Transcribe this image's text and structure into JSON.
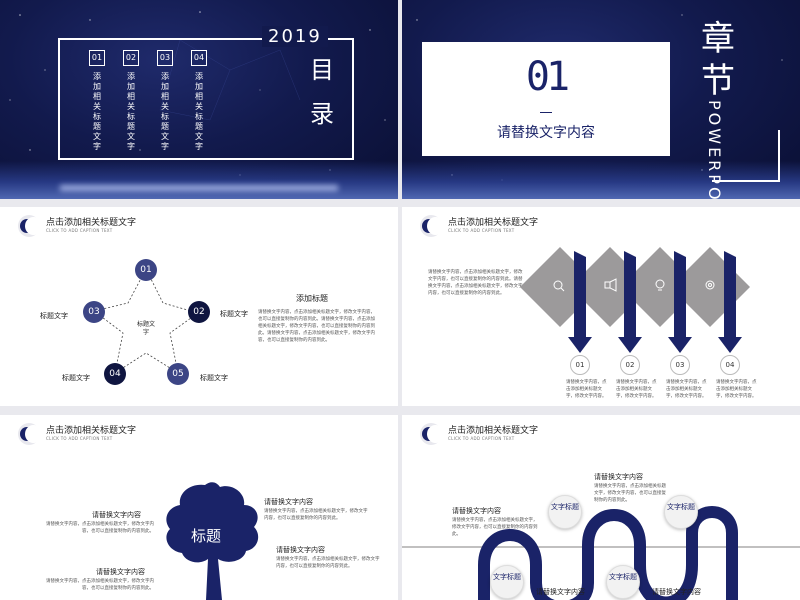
{
  "slide1": {
    "year": "2019",
    "title": "目录",
    "items": [
      {
        "num": "01",
        "text": "添加相关标题文字"
      },
      {
        "num": "02",
        "text": "添加相关标题文字"
      },
      {
        "num": "03",
        "text": "添加相关标题文字"
      },
      {
        "num": "04",
        "text": "添加相关标题文字"
      }
    ]
  },
  "slide2": {
    "number": "01",
    "subtitle": "请替换文字内容",
    "chapter": "章节",
    "powerpoint": "POWERPOINT"
  },
  "header": {
    "title": "点击添加相关标题文字",
    "subtitle": "CLICK TO ADD CAPTION TEXT"
  },
  "slide3": {
    "center": "标题文字",
    "nodes": [
      {
        "num": "01",
        "label": ""
      },
      {
        "num": "02",
        "label": "标题文字"
      },
      {
        "num": "03",
        "label": "标题文字"
      },
      {
        "num": "04",
        "label": "标题文字"
      },
      {
        "num": "05",
        "label": "标题文字"
      }
    ],
    "heading": "添加标题",
    "body": "请替换文字内容，点击添加相关标题文字，修改文字内容，也可以直接复制你的内容到此。请替换文字内容，点击添加相关标题文字，修改文字内容，也可以直接复制你的内容到此。请替换文字内容，点击添加相关标题文字，修改文字内容，也可以直接复制你的内容到此。"
  },
  "slide4": {
    "intro": "请替换文字内容，点击添加相关标题文字，修改文字内容，也可以直接复制你的内容到此。请替换文字内容，点击添加相关标题文字，修改文字内容，也可以直接复制你的内容到此。",
    "icons": [
      "search-icon",
      "megaphone-icon",
      "lightbulb-icon",
      "gear-icon"
    ],
    "steps": [
      {
        "num": "01",
        "text": "请替换文字内容，点击添加相关标题文字，修改文字内容。"
      },
      {
        "num": "02",
        "text": "请替换文字内容，点击添加相关标题文字，修改文字内容。"
      },
      {
        "num": "03",
        "text": "请替换文字内容，点击添加相关标题文字，修改文字内容。"
      },
      {
        "num": "04",
        "text": "请替换文字内容，点击添加相关标题文字，修改文字内容。"
      }
    ]
  },
  "slide5": {
    "center": "标题",
    "blocks": [
      {
        "title": "请替换文字内容",
        "text": "请替换文字内容，点击添加相关标题文字，修改文字内容，也可以直接复制你的内容到此。"
      },
      {
        "title": "请替换文字内容",
        "text": "请替换文字内容，点击添加相关标题文字，修改文字内容，也可以直接复制你的内容到此。"
      },
      {
        "title": "请替换文字内容",
        "text": "请替换文字内容，点击添加相关标题文字，修改文字内容，也可以直接复制你的内容到此。"
      },
      {
        "title": "请替换文字内容",
        "text": "请替换文字内容，点击添加相关标题文字，修改文字内容，也可以直接复制你的内容到此。"
      }
    ]
  },
  "slide6": {
    "bubbles": [
      "文字标题",
      "文字标题",
      "文字标题",
      "文字标题"
    ],
    "blocks": [
      {
        "title": "请替换文字内容",
        "text": "请替换文字内容，点击添加相关标题文字，修改文字内容，也可以直接复制你的内容到此。"
      },
      {
        "title": "请替换文字内容",
        "text": "请替换文字内容，点击添加相关标题文字，修改文字内容，也可以直接复制你的内容到此。"
      },
      {
        "title": "请替换文字内容",
        "text": ""
      },
      {
        "title": "请替换文字内容",
        "text": ""
      }
    ]
  },
  "colors": {
    "navy": "#1a2368",
    "dark": "#0f1540",
    "grey": "#9c9a9b"
  }
}
